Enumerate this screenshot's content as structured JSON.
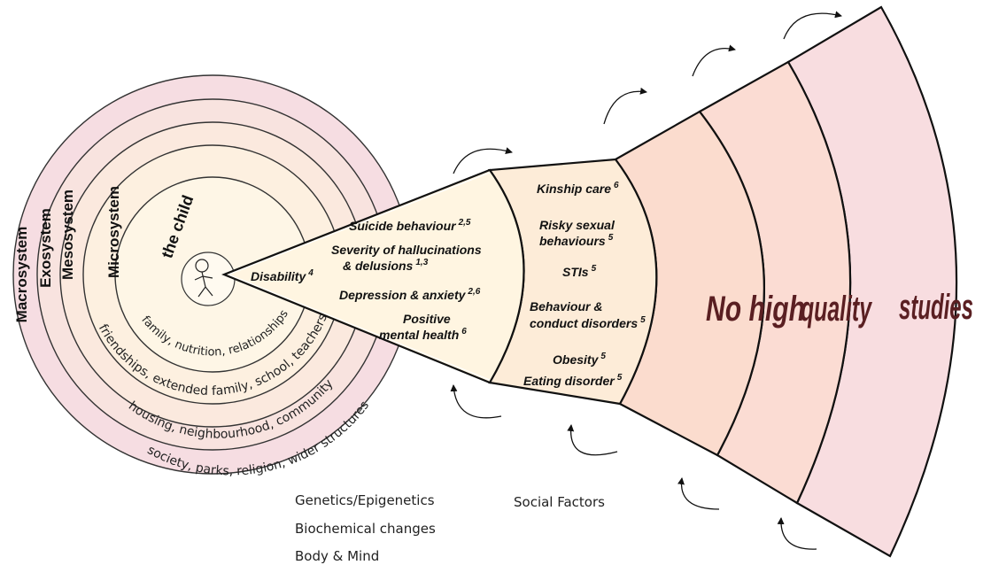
{
  "systems": {
    "child": "the child",
    "microsystem": "Microsystem",
    "mesosystem": "Mesosystem",
    "exosystem": "Exosystem",
    "macrosystem": "Macrosystem"
  },
  "ring_texts": {
    "micro": "family, nutrition, relationships",
    "meso": "friendships, extended family, school, teachers",
    "exo": "housing, neighbourhood, community",
    "macro": "society, parks, religion, wider structures"
  },
  "segment1": {
    "disability": {
      "text": "Disability",
      "ref": "4"
    },
    "suicide": {
      "text": "Suicide behaviour",
      "ref": "2,5"
    },
    "hallucinations_1": "Severity of hallucinations",
    "hallucinations_2": {
      "text": "& delusions",
      "ref": "1,3"
    },
    "depression": {
      "text": "Depression & anxiety",
      "ref": "2,6"
    },
    "positive_1": "Positive",
    "positive_2": {
      "text": "mental health",
      "ref": "6"
    }
  },
  "segment2": {
    "kinship": {
      "text": "Kinship care",
      "ref": "6"
    },
    "risky_1": "Risky sexual",
    "risky_2": {
      "text": "behaviours",
      "ref": "5"
    },
    "stis": {
      "text": "STIs",
      "ref": "5"
    },
    "behaviour_1": "Behaviour &",
    "behaviour_2": {
      "text": "conduct disorders",
      "ref": "5"
    },
    "obesity": {
      "text": "Obesity",
      "ref": "5"
    },
    "eating": {
      "text": "Eating disorder",
      "ref": "5"
    }
  },
  "outer_segments": {
    "s3": "No high",
    "s4": "quality",
    "s5": "studies"
  },
  "bottom_labels": {
    "genetics": "Genetics/Epigenetics",
    "biochem": "Biochemical changes",
    "bodymind": "Body & Mind",
    "social": "Social Factors"
  },
  "colors": {
    "macro_fill": "#f6dde2",
    "exo_fill": "#f8e3df",
    "meso_fill": "#fbe9de",
    "micro_fill": "#fdf0e0",
    "child_fill": "#fef6e6",
    "seg1_fill": "#fff5e1",
    "seg2_fill": "#fdecd8",
    "seg3_fill": "#fbdcce",
    "seg4_fill": "#fbdcd3",
    "seg5_fill": "#f8dde0",
    "outer_text": "#5a1f22"
  }
}
